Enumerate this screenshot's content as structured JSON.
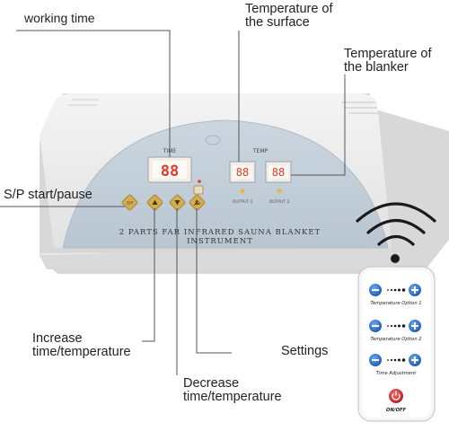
{
  "callouts": {
    "working_time": "working time",
    "temp_surface": "Temperature of\nthe surface",
    "temp_blanket": "Temperature of\nthe blanker",
    "sp": "S/P start/pause",
    "increase": "Increase\ntime/temperature",
    "settings": "Settings",
    "decrease": "Decrease\ntime/temperature"
  },
  "panel": {
    "time_label": "TIME",
    "temp_label": "TEMP",
    "time_digits": "88",
    "output1": "OUTPUT 1",
    "output2": "OUTPUT 2",
    "product_line1": "2 PARTS FAR INFRARED SAUNA BLANKET",
    "product_line2": "INSTRUMENT",
    "sp_key": "S/P"
  },
  "remote": {
    "option1": "Temperature Option 1",
    "option2": "Temperature Option 2",
    "time_adj": "Time Adjustment",
    "power": "ON/OFF"
  },
  "colors": {
    "panel_bg": "#c8d3dc",
    "led": "#e23a2a",
    "button_gold": "#d2ad52",
    "remote_blue": "#2a6fcf",
    "power_red": "#d9262c"
  }
}
